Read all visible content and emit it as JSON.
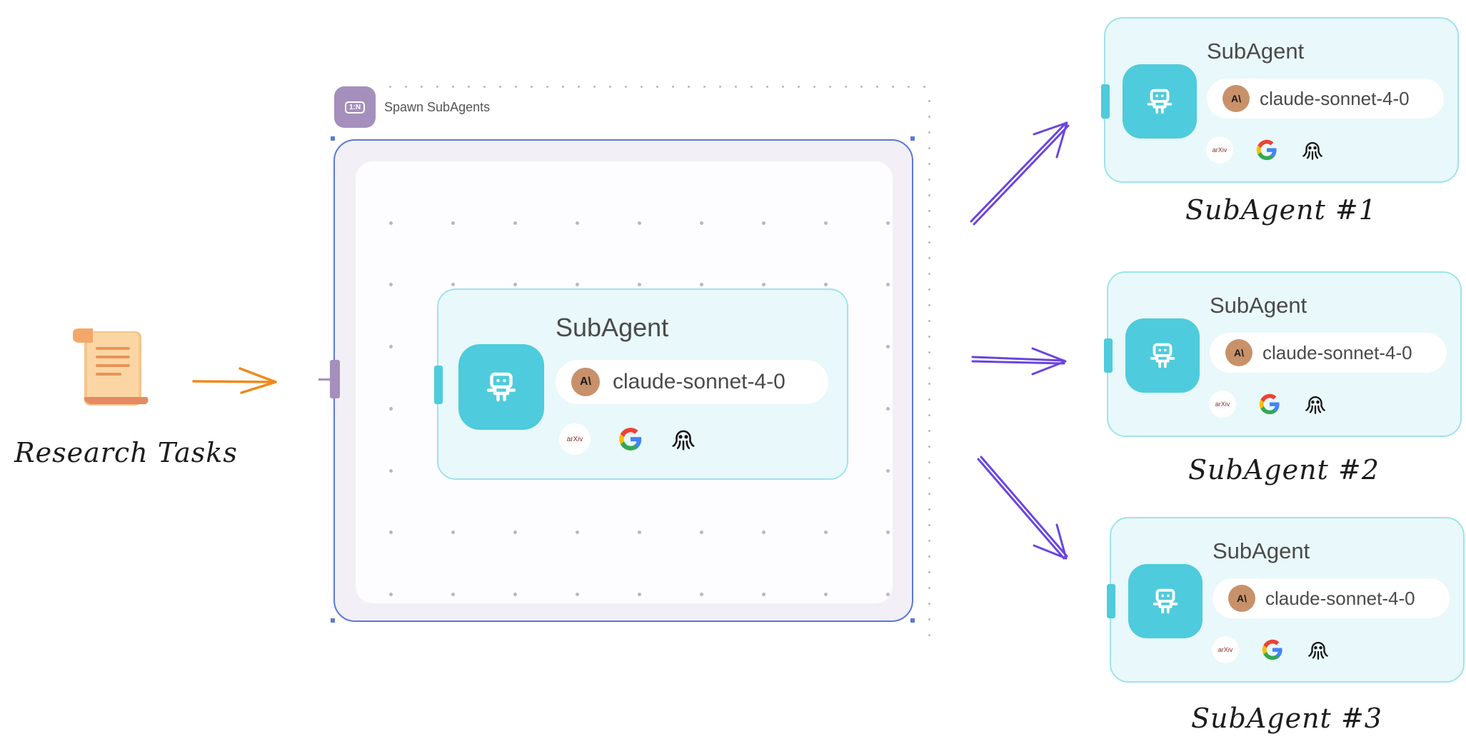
{
  "input": {
    "label": "Research Tasks",
    "icon": "scroll-icon"
  },
  "spawn_group": {
    "icon_label": "1:N",
    "label": "Spawn SubAgents",
    "inner_agent": {
      "title": "SubAgent",
      "model": "claude-sonnet-4-0",
      "tools": [
        "arxiv",
        "google",
        "github-octopus"
      ]
    }
  },
  "subagents": [
    {
      "title": "SubAgent",
      "model": "claude-sonnet-4-0",
      "caption": "SubAgent #1"
    },
    {
      "title": "SubAgent",
      "model": "claude-sonnet-4-0",
      "caption": "SubAgent #2"
    },
    {
      "title": "SubAgent",
      "model": "claude-sonnet-4-0",
      "caption": "SubAgent #3"
    }
  ],
  "tool_labels": {
    "arxiv": "arXiv",
    "anthropic": "A\\"
  },
  "colors": {
    "input_arrow": "#f08a1a",
    "fanout_arrow": "#6a45e0",
    "agent_accent": "#4ecbdc",
    "card_bg": "#e9f8fa",
    "card_border": "#9fe3ec",
    "group_border": "#5a79d6",
    "group_icon": "#a58fbd"
  }
}
